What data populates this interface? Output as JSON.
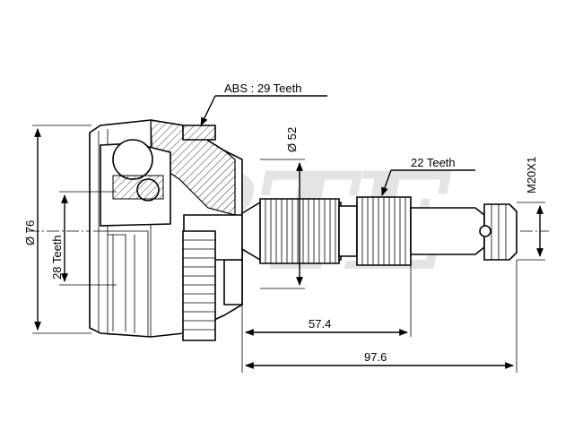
{
  "watermark": "BTE",
  "annotations": {
    "abs": "ABS : 29 Teeth",
    "outer_diameter": "Ø 76",
    "inner_spline": "28 Teeth",
    "shaft_diameter": "Ø 52",
    "outer_spline": "22 Teeth",
    "thread": "M20X1",
    "length_short": "57.4",
    "length_total": "97.6"
  }
}
